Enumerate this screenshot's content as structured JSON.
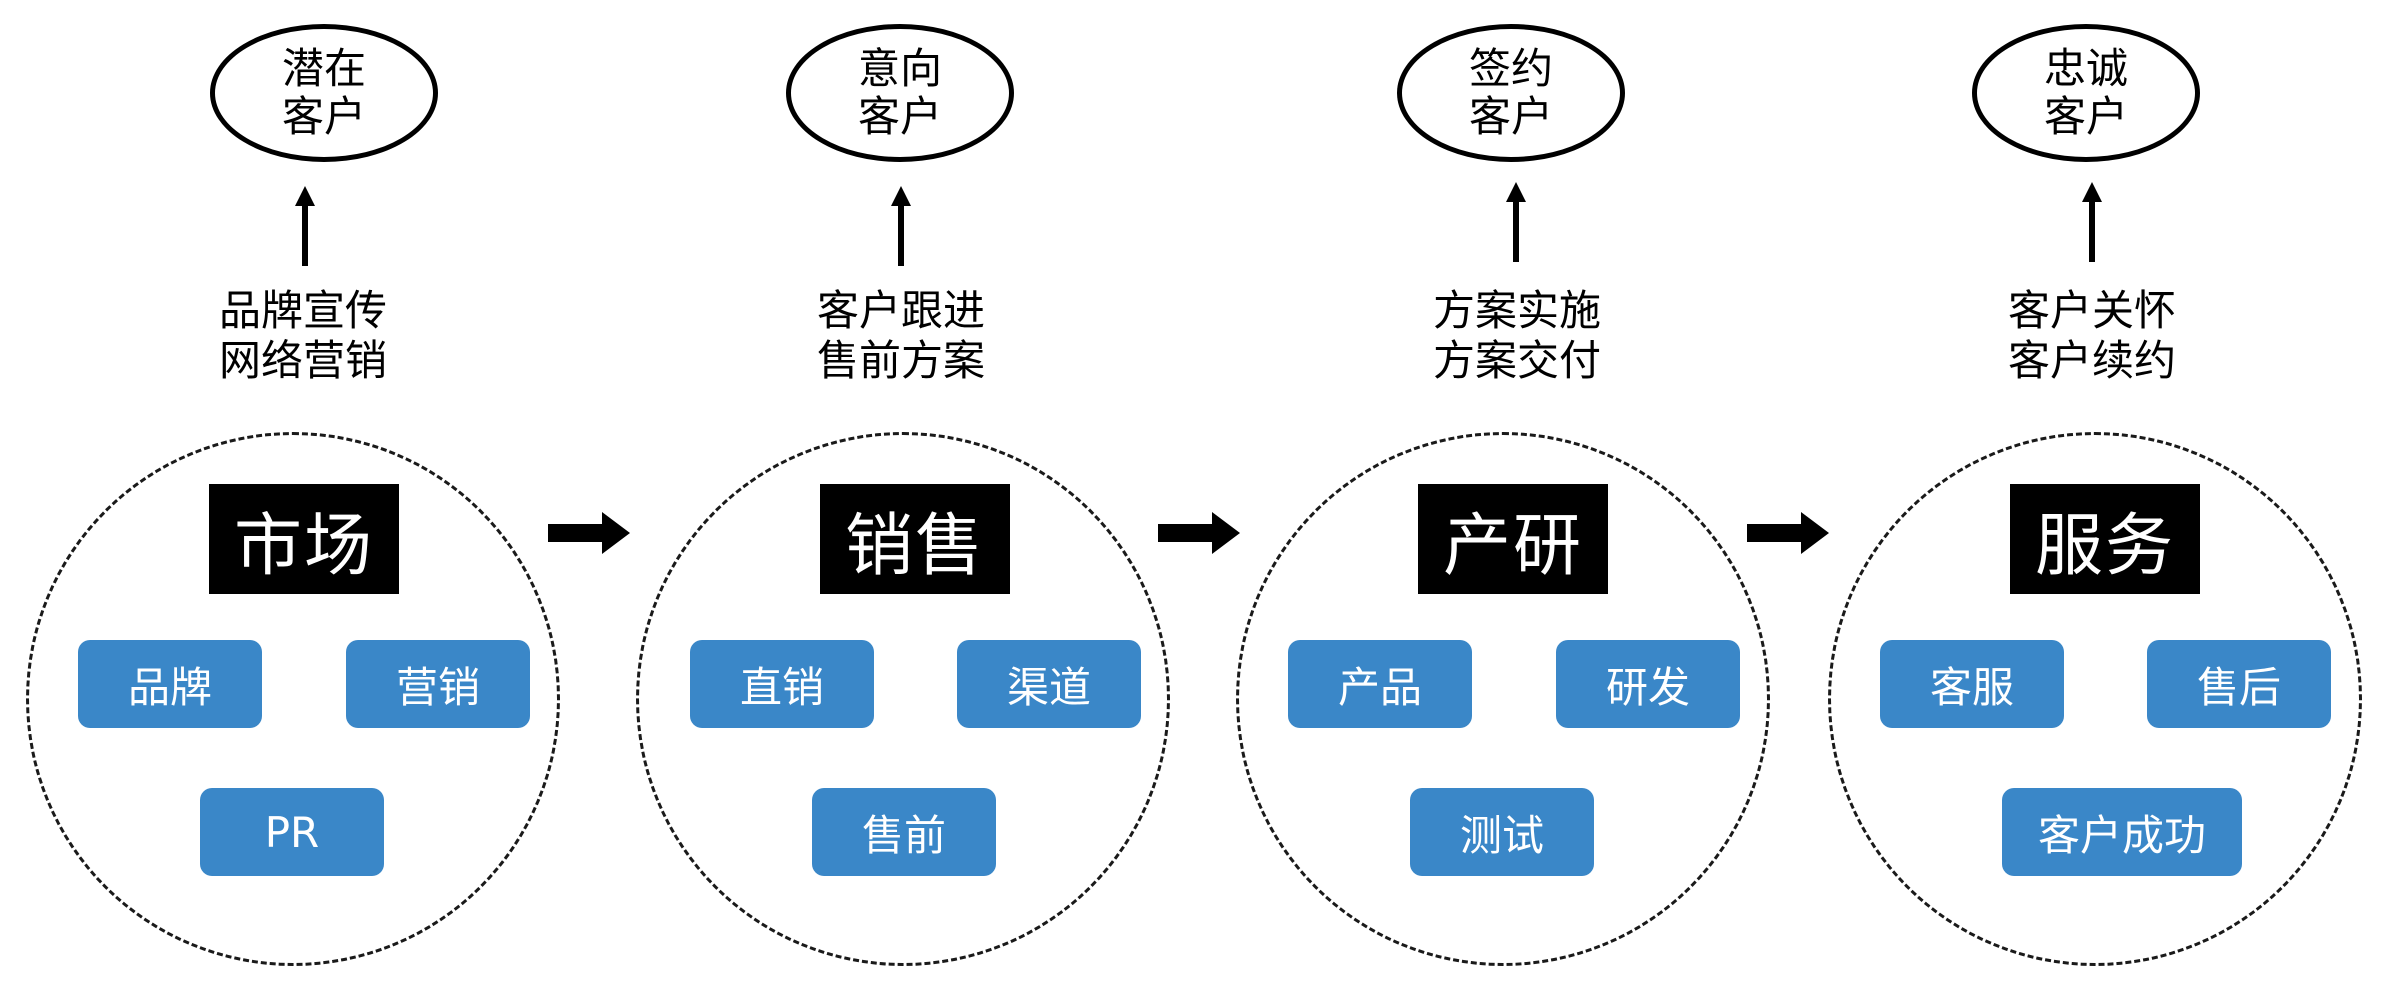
{
  "stages": [
    {
      "goal": "潜在\n客户",
      "caption": "品牌宣传\n网络营销",
      "title": "市场",
      "items": [
        "品牌",
        "营销",
        "PR"
      ]
    },
    {
      "goal": "意向\n客户",
      "caption": "客户跟进\n售前方案",
      "title": "销售",
      "items": [
        "直销",
        "渠道",
        "售前"
      ]
    },
    {
      "goal": "签约\n客户",
      "caption": "方案实施\n方案交付",
      "title": "产研",
      "items": [
        "产品",
        "研发",
        "测试"
      ]
    },
    {
      "goal": "忠诚\n客户",
      "caption": "客户关怀\n客户续约",
      "title": "服务",
      "items": [
        "客服",
        "售后",
        "客户成功"
      ]
    }
  ],
  "colors": {
    "pill": "#3a87c8",
    "title_bg": "#000000",
    "title_text": "#ffffff"
  }
}
